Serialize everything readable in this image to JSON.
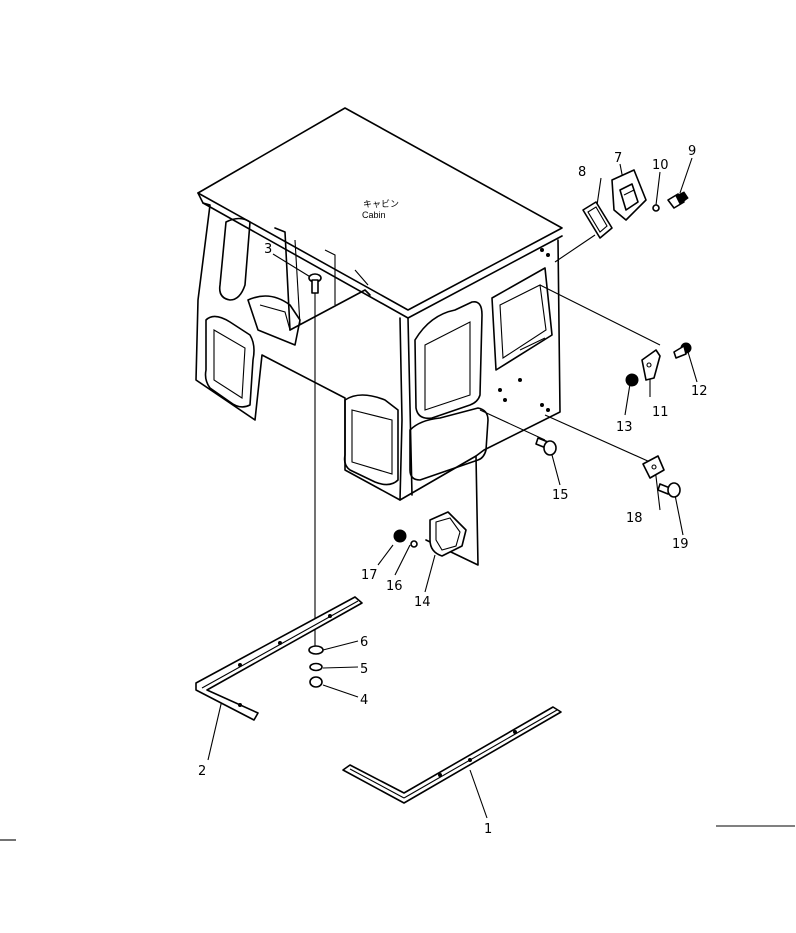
{
  "cabin_label": {
    "kana": "キャビン",
    "english": "Cabin"
  },
  "parts": [
    {
      "num": "1"
    },
    {
      "num": "2"
    },
    {
      "num": "3"
    },
    {
      "num": "4"
    },
    {
      "num": "5"
    },
    {
      "num": "6"
    },
    {
      "num": "7"
    },
    {
      "num": "8"
    },
    {
      "num": "9"
    },
    {
      "num": "10"
    },
    {
      "num": "11"
    },
    {
      "num": "12"
    },
    {
      "num": "13"
    },
    {
      "num": "14"
    },
    {
      "num": "15"
    },
    {
      "num": "16"
    },
    {
      "num": "17"
    },
    {
      "num": "18"
    },
    {
      "num": "19"
    }
  ]
}
